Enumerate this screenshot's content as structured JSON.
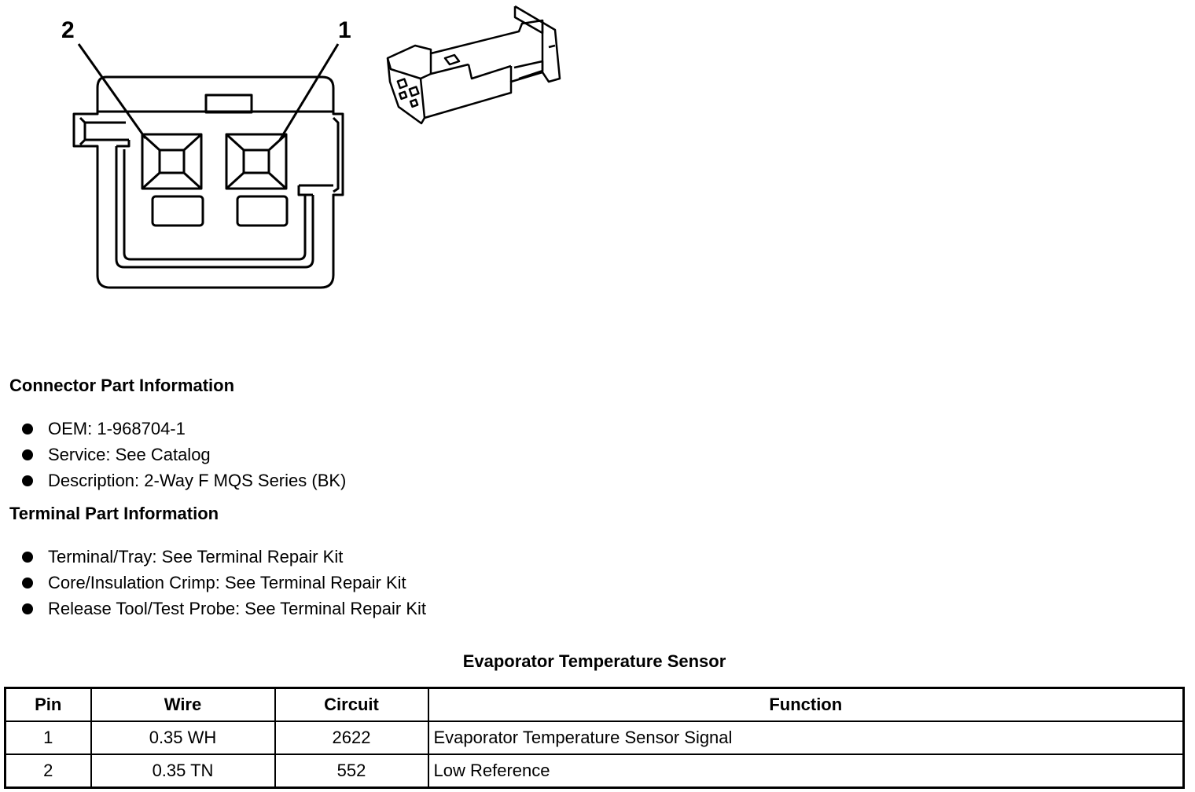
{
  "diagram": {
    "pin_labels": [
      {
        "id": "2",
        "text": "2"
      },
      {
        "id": "1",
        "text": "1"
      }
    ]
  },
  "connector_info": {
    "title": "Connector Part Information",
    "items": [
      "OEM: 1-968704-1",
      "Service: See Catalog",
      "Description: 2-Way F MQS Series (BK)"
    ]
  },
  "terminal_info": {
    "title": "Terminal Part Information",
    "items": [
      "Terminal/Tray: See Terminal Repair Kit",
      "Core/Insulation Crimp: See Terminal Repair Kit",
      "Release Tool/Test Probe: See Terminal Repair Kit"
    ]
  },
  "table": {
    "title": "Evaporator Temperature Sensor",
    "headers": [
      "Pin",
      "Wire",
      "Circuit",
      "Function"
    ],
    "rows": [
      [
        "1",
        "0.35 WH",
        "2622",
        "Evaporator Temperature Sensor Signal"
      ],
      [
        "2",
        "0.35 TN",
        "552",
        "Low Reference"
      ]
    ]
  }
}
